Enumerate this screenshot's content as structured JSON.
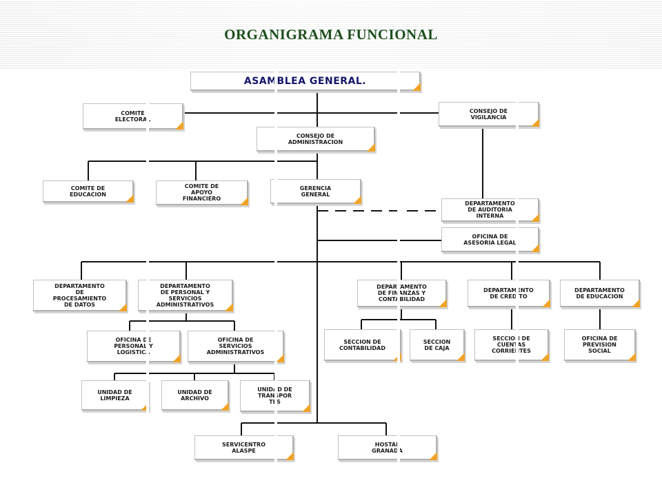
{
  "title": "ORGANIGRAMA FUNCIONAL",
  "colors": {
    "title": "#1d4f1d",
    "accent": "#f0a326",
    "line": "#111111",
    "top_text": "#14146a"
  },
  "nodes": {
    "asamblea": "ASAMBLEA GENERAL.",
    "comite_electoral": "COMITE\nELECTORAL",
    "consejo_vigilancia": "CONSEJO DE\nVIGILANCIA",
    "consejo_administracion": "CONSEJO DE\nADMINISTRACION",
    "comite_educacion": "COMITE DE\nEDUCACION",
    "comite_apoyo": "COMITE DE\nAPOYO\nFINANCIERO",
    "gerencia": "GERENCIA\nGENERAL",
    "auditoria": "DEPARTAMENTO\nDE AUDITORIA\nINTERNA",
    "asesoria": "OFICINA DE\nASESORIA LEGAL",
    "procesamiento": "DEPARTAMENTO\nDE\nPROCESAMIENTO\nDE DATOS",
    "personal": "DEPARTAMENTO\nDE PERSONAL Y\nSERVICIOS\nADMINISTRATIVOS",
    "finanzas": "DEPARTAMENTO\nDE FINANZAS Y\nCONTABILIDAD",
    "credito": "DEPARTAMENTO\nDE CREDITO",
    "dep_educacion": "DEPARTAMENTO\nDE EDUCACION",
    "of_personal": "OFICINA DE\nPERSONAL Y\nLOGISTICA",
    "of_servicios": "OFICINA DE\nSERVICIOS\nADMINISTRATIVOS",
    "sec_contabilidad": "SECCION DE\nCONTABILIDAD",
    "sec_caja": "SECCION\nDE CAJA",
    "sec_cuentas": "SECCION DE\nCUENTAS\nCORRIENTES",
    "of_prevision": "OFICINA DE\nPREVISION\nSOCIAL",
    "u_limpieza": "UNIDAD DE\nLIMPIEZA",
    "u_archivo": "UNIDAD DE\nARCHIVO",
    "u_transportes": "UNIDAD DE\nTRANSPOR\nTES",
    "servicentro": "SERVICENTRO\nALASPE",
    "hostal": "HOSTAL\nGRANADA"
  }
}
